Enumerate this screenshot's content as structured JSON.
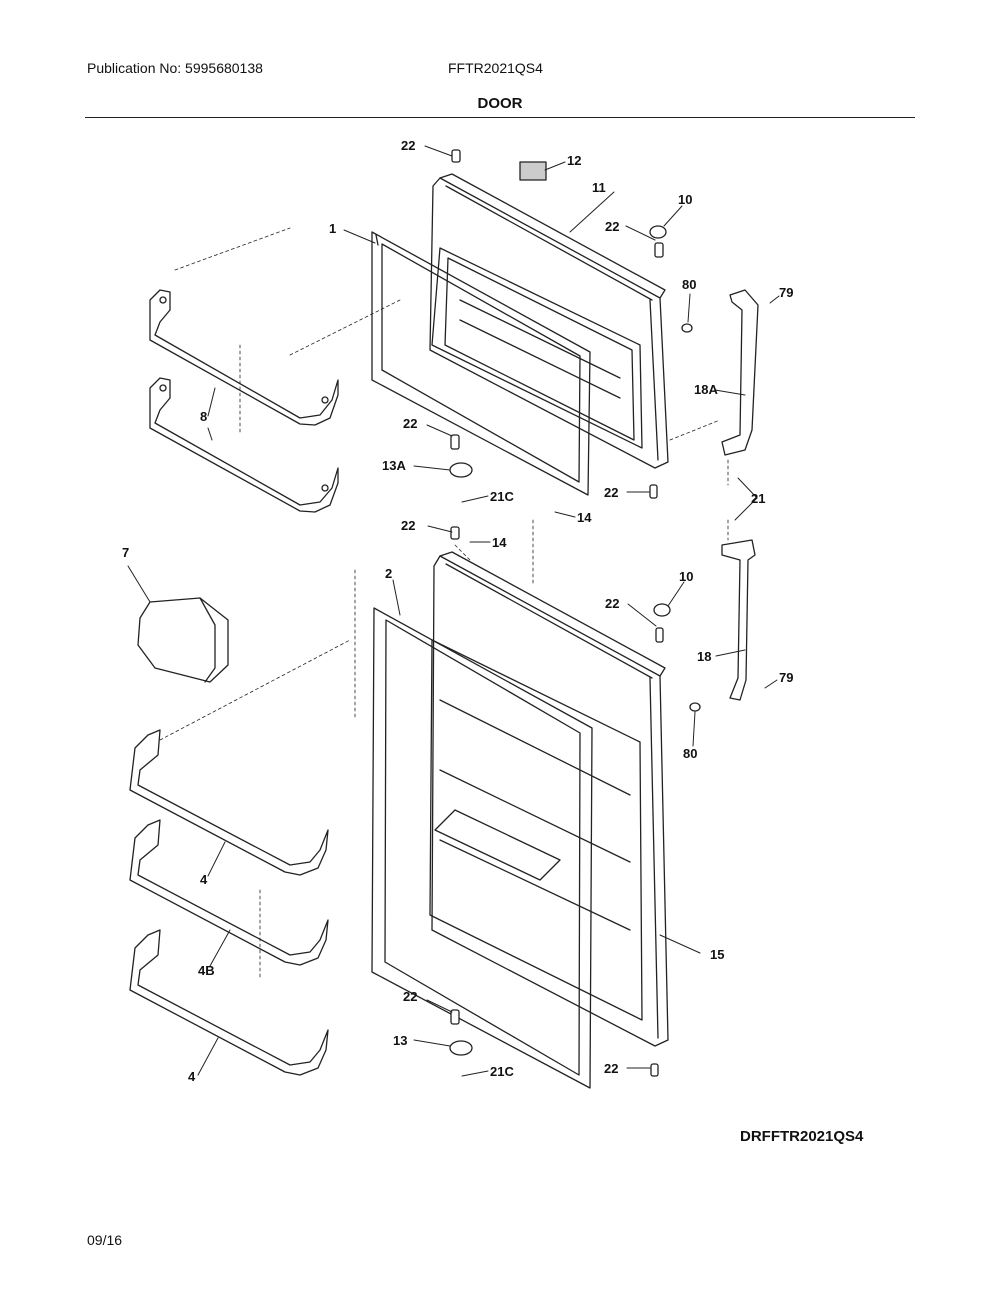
{
  "header": {
    "publication": "Publication No: 5995680138",
    "model": "FFTR2021QS4",
    "title": "DOOR"
  },
  "footer": {
    "diagram_code": "DRFFTR2021QS4",
    "date": "09/16"
  },
  "callouts": {
    "c1": "1",
    "c2": "2",
    "c4a": "4",
    "c4b": "4",
    "c4B": "4B",
    "c7": "7",
    "c8": "8",
    "c10a": "10",
    "c10b": "10",
    "c11": "11",
    "c12": "12",
    "c13": "13",
    "c13A": "13A",
    "c14a": "14",
    "c14b": "14",
    "c15": "15",
    "c18": "18",
    "c18A": "18A",
    "c21": "21",
    "c21Ca": "21C",
    "c21Cb": "21C",
    "c22a": "22",
    "c22b": "22",
    "c22c": "22",
    "c22d": "22",
    "c22e": "22",
    "c22f": "22",
    "c22g": "22",
    "c22h": "22",
    "c79a": "79",
    "c79b": "79",
    "c80a": "80",
    "c80b": "80"
  }
}
